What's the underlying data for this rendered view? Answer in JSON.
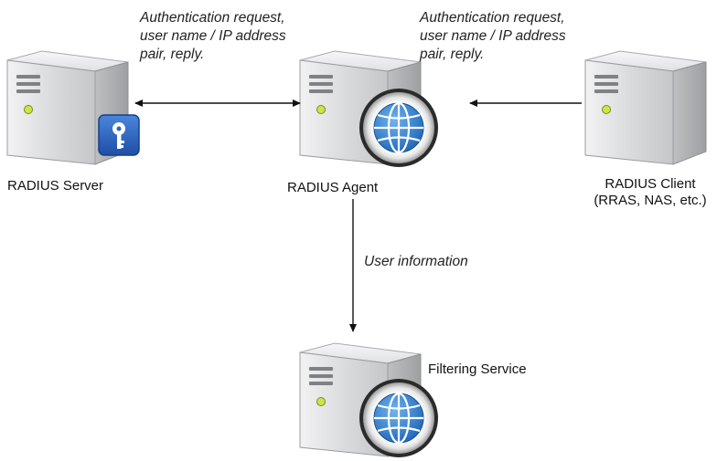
{
  "nodes": {
    "radius_server": {
      "label": "RADIUS Server",
      "icon": "server-with-key-badge-icon"
    },
    "radius_agent": {
      "label": "RADIUS Agent",
      "icon": "server-with-globe-icon"
    },
    "radius_client": {
      "label_line1": "RADIUS Client",
      "label_line2": "(RRAS, NAS, etc.)",
      "icon": "server-icon"
    },
    "filtering_service": {
      "label": "Filtering Service",
      "icon": "server-with-globe-icon"
    }
  },
  "edges": {
    "server_agent": {
      "label_line1": "Authentication request,",
      "label_line2": "user name / IP address",
      "label_line3": "pair, reply.",
      "direction": "bidirectional"
    },
    "client_agent": {
      "label_line1": "Authentication request,",
      "label_line2": "user name / IP address",
      "label_line3": "pair, reply.",
      "direction": "client-to-agent"
    },
    "agent_filtering": {
      "label": "User information",
      "direction": "agent-to-filtering"
    }
  },
  "colors": {
    "server_body": "#d9dadc",
    "server_side": "#b9bbbd",
    "globe_blue": "#2f7fd1",
    "key_badge": "#2a64c0",
    "status_led": "#cde44a",
    "arrow": "#111111"
  }
}
